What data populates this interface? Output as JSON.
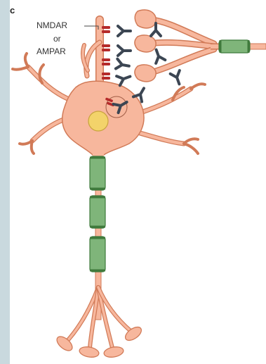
{
  "panel_letter": "c",
  "receptor_label": {
    "line1": "NMDAR",
    "line2": "or",
    "line3": "AMPAR"
  },
  "colors": {
    "neuron_fill": "#f7b79d",
    "neuron_stroke": "#d17a57",
    "myelin_fill": "#7fb57a",
    "myelin_stroke": "#3f7a3c",
    "receptor": "#b52a2a",
    "antibody": "#3c4653",
    "nucleus": "#f3d36a",
    "background": "#c9d9de"
  },
  "icons": [
    "antibody-icon",
    "receptor-icon"
  ]
}
